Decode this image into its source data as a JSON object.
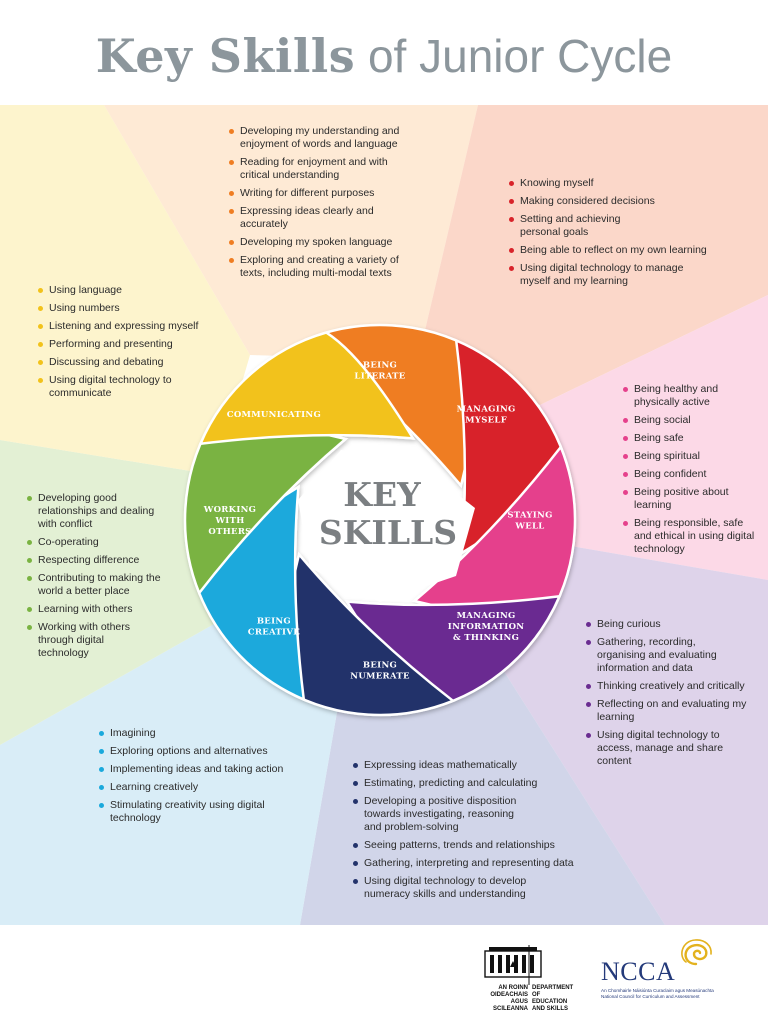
{
  "title": {
    "bold": "Key Skills",
    "light": "of Junior Cycle"
  },
  "center": {
    "line1": "KEY",
    "line2": "SKILLS"
  },
  "colors": {
    "literate": "#ef7d22",
    "managing_myself": "#d8232a",
    "staying_well": "#e5418c",
    "managing_info": "#6a2c91",
    "numerate": "#23336b",
    "creative": "#1aa9dc",
    "working_with_others": "#7ab342",
    "communicating": "#f2c21a"
  },
  "segments": {
    "literate": [
      "BEING",
      "LITERATE"
    ],
    "managing_myself": [
      "MANAGING",
      "MYSELF"
    ],
    "staying_well": [
      "STAYING",
      "WELL"
    ],
    "managing_info": [
      "MANAGING",
      "INFORMATION",
      "& THINKING"
    ],
    "numerate": [
      "BEING",
      "NUMERATE"
    ],
    "creative": [
      "BEING",
      "CREATIVE"
    ],
    "working_with_others": [
      "WORKING",
      "WITH",
      "OTHERS"
    ],
    "communicating": [
      "COMMUNICATING"
    ]
  },
  "lists": {
    "literate": [
      "Developing my understanding and enjoyment of words and language",
      "Reading for enjoyment and with critical understanding",
      "Writing for different purposes",
      "Expressing ideas clearly and accurately",
      "Developing my spoken language",
      "Exploring and creating a variety of texts, including multi-modal texts"
    ],
    "managing_myself": [
      "Knowing myself",
      "Making considered decisions",
      "Setting and achieving personal goals",
      "Being able to reflect on my own learning",
      "Using digital technology to manage myself and my learning"
    ],
    "communicating": [
      "Using language",
      "Using numbers",
      "Listening and expressing myself",
      "Performing and presenting",
      "Discussing and debating",
      "Using digital technology to communicate"
    ],
    "staying_well": [
      "Being healthy and physically active",
      "Being social",
      "Being safe",
      "Being spiritual",
      "Being confident",
      "Being positive about learning",
      "Being responsible, safe and ethical in using digital technology"
    ],
    "working_with_others": [
      "Developing good relationships and dealing with conflict",
      "Co-operating",
      "Respecting difference",
      "Contributing to making the world a better place",
      "Learning with others",
      "Working with others through digital technology"
    ],
    "managing_info": [
      "Being curious",
      "Gathering, recording, organising and evaluating information and data",
      "Thinking creatively and critically",
      "Reflecting on and evaluating my learning",
      "Using digital technology to access, manage and share content"
    ],
    "creative": [
      "Imagining",
      "Exploring options and alternatives",
      "Implementing ideas and taking action",
      "Learning creatively",
      "Stimulating creativity using digital technology"
    ],
    "numerate": [
      "Expressing ideas mathematically",
      "Estimating, predicting and calculating",
      "Developing a positive disposition towards investigating, reasoning and problem-solving",
      "Seeing patterns, trends and relationships",
      "Gathering, interpreting and representing data",
      "Using digital technology to develop numeracy skills and understanding"
    ]
  },
  "footer": {
    "des_left": [
      "AN ROINN",
      "OIDEACHAIS",
      "AGUS SCILEANNA"
    ],
    "des_right": [
      "DEPARTMENT OF",
      "EDUCATION",
      "AND SKILLS"
    ],
    "ncca_name": "NCCA",
    "ncca_sub": "An Chomhairle Náisiúnta Curaclaim agus Measúnachta National Council for Curriculum and Assessment"
  }
}
